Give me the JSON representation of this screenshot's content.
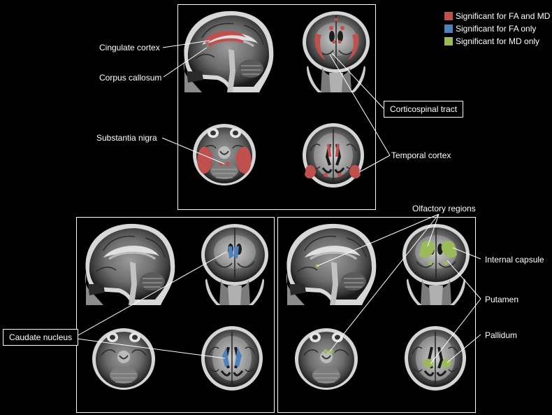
{
  "legend": [
    {
      "label": "Significant for FA and MD",
      "color": "#c0504d"
    },
    {
      "label": "Significant for FA only",
      "color": "#4f81bd"
    },
    {
      "label": "Significant for MD only",
      "color": "#9bbb59"
    }
  ],
  "labels": {
    "cingulate_cortex": "Cingulate cortex",
    "corpus_callosum": "Corpus callosum",
    "substantia_nigra": "Substantia nigra",
    "corticospinal_tract": "Corticospinal tract",
    "temporal_cortex": "Temporal cortex",
    "olfactory_regions": "Olfactory regions",
    "internal_capsule": "Internal capsule",
    "putamen": "Putamen",
    "pallidum": "Pallidum",
    "caudate_nucleus": "Caudate nucleus"
  },
  "colors": {
    "background": "#000000",
    "fa_md": "#c0504d",
    "fa_only": "#4f81bd",
    "md_only": "#9bbb59"
  }
}
